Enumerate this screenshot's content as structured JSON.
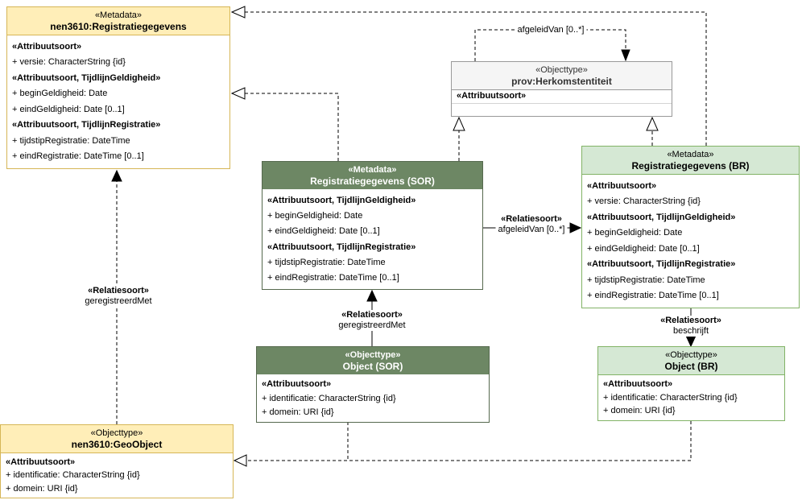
{
  "classes": {
    "nen_registratie": {
      "stereotype": "«Metadata»",
      "name": "nen3610:Registratiegegevens",
      "rows": [
        "«Attribuutsoort»",
        "+ versie: CharacterString {id}",
        "«Attribuutsoort, TijdlijnGeldigheid»",
        "+ beginGeldigheid: Date",
        "+ eindGeldigheid: Date [0..1]",
        "«Attribuutsoort, TijdlijnRegistratie»",
        "+ tijdstipRegistratie: DateTime",
        "+ eindRegistratie: DateTime [0..1]"
      ]
    },
    "herkomst": {
      "stereotype": "«Objecttype»",
      "name": "prov:Herkomstentiteit",
      "rows": [
        "«Attribuutsoort»"
      ]
    },
    "registratie_sor": {
      "stereotype": "«Metadata»",
      "name": "Registratiegegevens  (SOR)",
      "rows": [
        "«Attribuutsoort, TijdlijnGeldigheid»",
        "+ beginGeldigheid: Date",
        "+ eindGeldigheid: Date [0..1]",
        "«Attribuutsoort, TijdlijnRegistratie»",
        "+ tijdstipRegistratie: DateTime",
        "+ eindRegistratie: DateTime [0..1]"
      ]
    },
    "registratie_br": {
      "stereotype": "«Metadata»",
      "name": "Registratiegegevens (BR)",
      "rows": [
        "«Attribuutsoort»",
        "+ versie: CharacterString {id}",
        "«Attribuutsoort, TijdlijnGeldigheid»",
        "+ beginGeldigheid: Date",
        "+ eindGeldigheid: Date [0..1]",
        "«Attribuutsoort, TijdlijnRegistratie»",
        "+ tijdstipRegistratie: DateTime",
        "+ eindRegistratie: DateTime [0..1]"
      ]
    },
    "object_sor": {
      "stereotype": "«Objecttype»",
      "name": "Object (SOR)",
      "rows": [
        "«Attribuutsoort»",
        "+ identificatie: CharacterString {id}",
        "+ domein: URI {id}"
      ]
    },
    "object_br": {
      "stereotype": "«Objecttype»",
      "name": "Object (BR)",
      "rows": [
        "«Attribuutsoort»",
        "+ identificatie: CharacterString {id}",
        "+ domein: URI {id}"
      ]
    },
    "geoobject": {
      "stereotype": "«Objecttype»",
      "name": "nen3610:GeoObject",
      "rows": [
        "«Attribuutsoort»",
        "+ identificatie: CharacterString {id}",
        "+ domein: URI {id}"
      ]
    }
  },
  "relations": {
    "afgeleidvan_self": {
      "name": "afgeleidVan [0..*]"
    },
    "afgeleidvan": {
      "stereotype": "«Relatiesoort»",
      "name": "afgeleidVan [0..*]"
    },
    "geregistreerdmet_sor": {
      "stereotype": "«Relatiesoort»",
      "name": "geregistreerdMet"
    },
    "geregistreerdmet_nen": {
      "stereotype": "«Relatiesoort»",
      "name": "geregistreerdMet"
    },
    "beschrijft": {
      "stereotype": "«Relatiesoort»",
      "name": "beschrijft"
    }
  },
  "colors": {
    "yellow_fill": "#ffeeb8",
    "yellow_border": "#d6b656",
    "dark_green_fill": "#6d8764",
    "dark_green_border": "#56694e",
    "light_green_fill": "#d5e8d4",
    "light_green_border": "#82b366",
    "gray_fill": "#f5f5f5",
    "gray_border": "#999999",
    "edge": "#000000"
  }
}
